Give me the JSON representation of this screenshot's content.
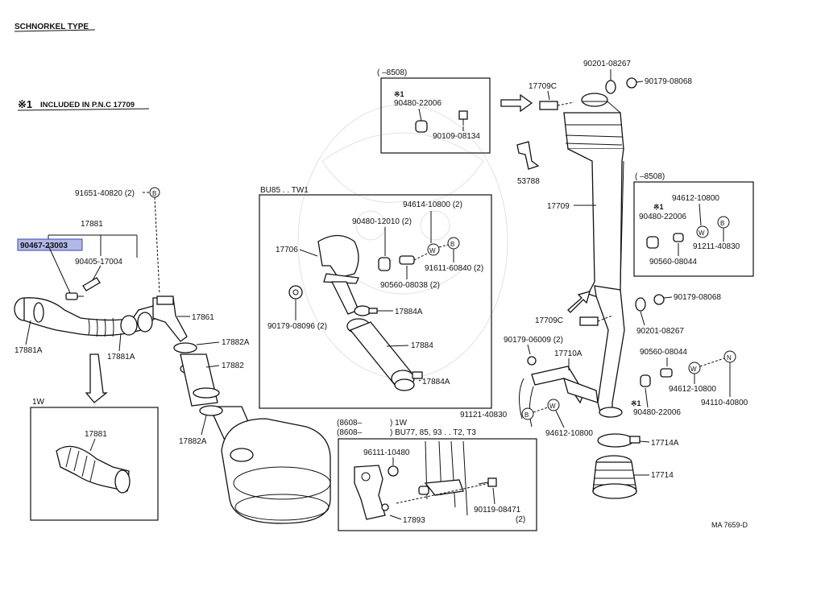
{
  "header": {
    "title": "SCHNORKEL TYPE",
    "note_mark": "※1",
    "note_text": "INCLUDED IN P.N.C 17709"
  },
  "footer": {
    "code": "MA 7659-D"
  },
  "legend_letters": {
    "b": "B",
    "w": "W",
    "n": "N"
  },
  "boxes": {
    "bu85": {
      "title": "BU85 . . TW1"
    },
    "b8508a": {
      "title": "(     –8508)"
    },
    "b8508b": {
      "title": "(     –8508)"
    },
    "w1": {
      "title": "1W"
    },
    "b8608": {
      "line1a": "(8608–",
      "line1b": ") 1W",
      "line2a": "(8608–",
      "line2b": ") BU77, 85, 93 . . T2, T3"
    }
  },
  "labels": {
    "p91651": "91651-40820 (2)",
    "p17881_top": "17881",
    "p90467": "90467-23003",
    "p90405": "90405-17004",
    "p17881a_l": "17881A",
    "p17881a_m": "17881A",
    "p17861": "17861",
    "p17882a_t": "17882A",
    "p17882": "17882",
    "p17882a_b": "17882A",
    "p17881_w": "17881",
    "p17706": "17706",
    "p90179_08096": "90179-08096 (2)",
    "p90480_12010": "90480-12010 (2)",
    "p94614": "94614-10800 (2)",
    "p91611": "91611-60840 (2)",
    "p90560_08038": "90560-08038 (2)",
    "p17884a_t": "17884A",
    "p17884": "17884",
    "p17884a_b": "17884A",
    "pbox1_mark": "※1",
    "p90480_22006_a": "90480-22006",
    "p90109": "90109-08134",
    "p17709c_t": "17709C",
    "p90201_t": "90201-08267",
    "p90179_08068_t": "90179-08068",
    "p53788": "53788",
    "p17709": "17709",
    "pbox3_mark": "※1",
    "p94612_a": "94612-10800",
    "p90480_22006_b": "90480-22006",
    "p91211": "91211-40830",
    "p90560_08044_a": "90560-08044",
    "p90179_08068_m": "90179-08068",
    "p17709c_m": "17709C",
    "p90201_m": "90201-08267",
    "p90179_06009": "90179-06009 (2)",
    "p17710a": "17710A",
    "p90560_08044_b": "90560-08044",
    "p94612_b": "94612-10800",
    "p94110": "94110-40800",
    "pmark_b": "※1",
    "p90480_22006_c": "90480-22006",
    "p91121": "91121-40830",
    "p94612_c": "94612-10800",
    "p17714a": "17714A",
    "p17714": "17714",
    "p96111": "96111-10480",
    "p90119": "90119-08471",
    "p90119_q": "(2)",
    "p17893": "17893"
  }
}
